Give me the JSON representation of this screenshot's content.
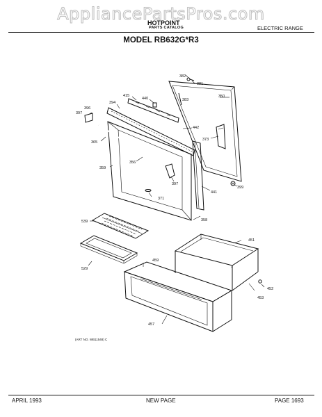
{
  "watermark": "AppliancePartsPros.com",
  "header": {
    "brand": "HOTPOINT",
    "catalog": "PARTS CATALOG",
    "section": "ELECTRIC RANGE",
    "model": "MODEL RB632G*R3"
  },
  "parts": {
    "p382": "382",
    "p381": "381",
    "p350": "350",
    "p415": "415",
    "p440": "440",
    "p383": "383",
    "p394": "394",
    "p396": "396",
    "p397a": "397",
    "p442": "442",
    "p365": "365",
    "p373": "373",
    "p356": "356",
    "p359": "359",
    "p397b": "397",
    "p399": "399",
    "p441": "441",
    "p371": "371",
    "p358": "358",
    "p539": "539",
    "p451": "451",
    "p529": "529",
    "p459": "459",
    "p452": "452",
    "p453": "453",
    "p457": "457"
  },
  "art_no": "(ART NO. WB11548) C",
  "footer": {
    "date": "APRIL 1993",
    "note": "NEW PAGE",
    "page": "PAGE 1693"
  }
}
